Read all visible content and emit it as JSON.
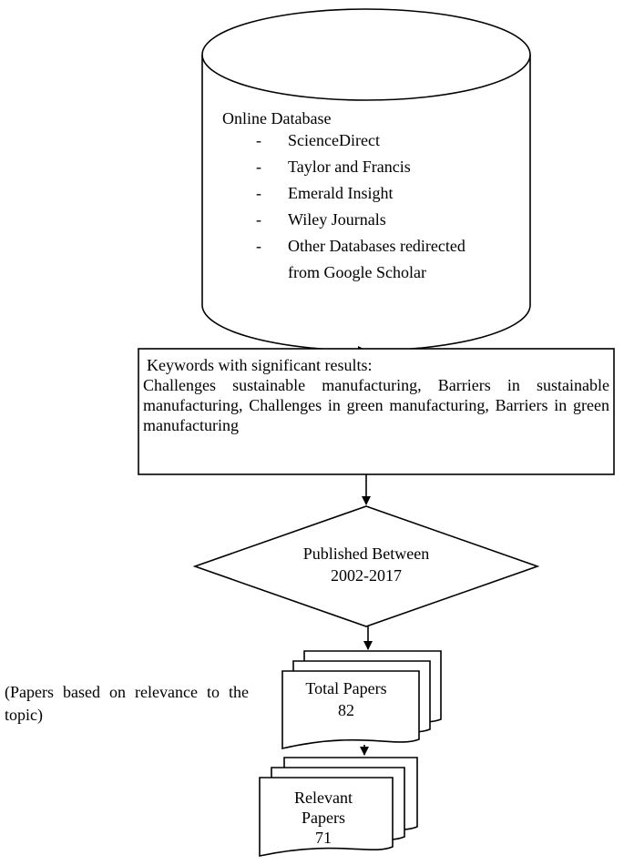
{
  "database": {
    "heading": "Online Database",
    "dash": "-",
    "items": [
      "ScienceDirect",
      "Taylor and Francis",
      "Emerald Insight",
      "Wiley Journals",
      "Other Databases redirected",
      "from Google Scholar"
    ]
  },
  "keywords": {
    "heading": "Keywords with significant results:",
    "body": "Challenges sustainable manufacturing, Barriers in sustainable manufacturing, Challenges in green manufacturing, Barriers in green manufacturing"
  },
  "decision": {
    "line1": "Published Between",
    "line2": "2002-2017"
  },
  "total_papers": {
    "line1": "Total Papers",
    "line2": "82"
  },
  "relevant_papers": {
    "line1": "Relevant",
    "line2": "Papers",
    "line3": "71"
  },
  "side_note": "(Papers based on relevance to the topic)"
}
